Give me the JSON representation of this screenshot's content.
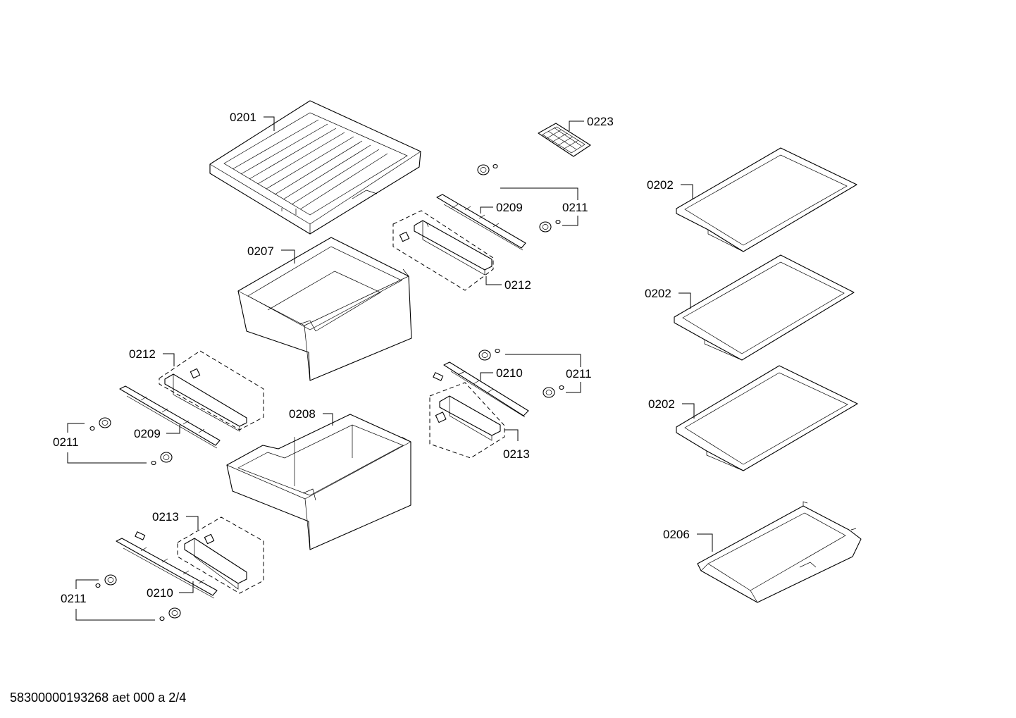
{
  "labels": {
    "p0201": "0201",
    "p0223": "0223",
    "p0202_a": "0202",
    "p0202_b": "0202",
    "p0202_c": "0202",
    "p0206": "0206",
    "p0209_upper": "0209",
    "p0211_upper_right": "0211",
    "p0207": "0207",
    "p0212_upper": "0212",
    "p0212_left": "0212",
    "p0210_mid": "0210",
    "p0211_mid_right": "0211",
    "p0211_left_upper": "0211",
    "p0209_left": "0209",
    "p0208": "0208",
    "p0213_right": "0213",
    "p0213_left": "0213",
    "p0210_left": "0210",
    "p0211_left_lower": "0211"
  },
  "footer": "58300000193268 aet 000 a 2/4"
}
